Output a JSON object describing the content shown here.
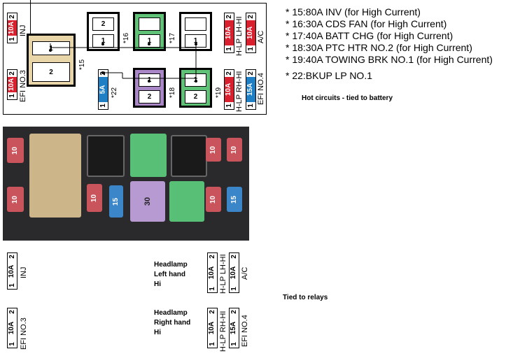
{
  "legend": [
    "* 15:80A INV (for High Current)",
    "* 16:30A CDS FAN (for High Current)",
    "* 17:40A BATT CHG (for High Current)",
    "* 18:30A PTC HTR NO.2 (for High Current)",
    "* 19:40A TOWING BRK NO.1 (for High Current)",
    "* 22:BKUP LP NO.1"
  ],
  "notes": {
    "hot": "Hot circuits - tied to battery",
    "relays": "Tied to relays",
    "hl_left": [
      "Headlamp",
      "Left hand",
      "Hi"
    ],
    "hl_right": [
      "Headlamp",
      "Right hand",
      "Hi"
    ]
  },
  "diagram": {
    "fuse_inj": {
      "pin1": "1",
      "amp": "10A",
      "pin2": "2",
      "label": "INJ"
    },
    "fuse_efi3": {
      "pin1": "1",
      "amp": "10A",
      "pin2": "2",
      "label": "EFI NO.3"
    },
    "fuse_hlp_lh": {
      "pin1": "1",
      "amp": "10A",
      "pin2": "2",
      "label": "H-LP LH-HI"
    },
    "fuse_ac": {
      "pin1": "1",
      "amp": "10A",
      "pin2": "2",
      "label": "A/C"
    },
    "fuse_hlp_rh": {
      "pin1": "1",
      "amp": "10A",
      "pin2": "2",
      "label": "H-LP RH-HI"
    },
    "fuse_efi4": {
      "pin1": "1",
      "amp": "15A",
      "pin2": "2",
      "label": "EFI NO.4"
    },
    "fuse_22": {
      "pin1": "1",
      "amp": "5A",
      "pin2": "2"
    },
    "markers": {
      "s15": "*15",
      "s16": "*16",
      "s17": "*17",
      "s18": "*18",
      "s19": "*19",
      "s22": "*22"
    },
    "relay15": {
      "top": "1",
      "bottom": "2"
    },
    "relay16": {
      "top": "2",
      "bottom": "1"
    },
    "relay17": {
      "top": "",
      "bottom": "1"
    },
    "relay18": {
      "top": "1",
      "bottom": "2"
    },
    "relay19": {
      "top": "1",
      "bottom": "2"
    }
  },
  "bottom": {
    "inj": {
      "pin1": "1",
      "amp": "10A",
      "pin2": "2",
      "label": "INJ"
    },
    "efi3": {
      "pin1": "1",
      "amp": "10A",
      "pin2": "2",
      "label": "EFI NO.3"
    },
    "hlp_lh": {
      "pin1": "1",
      "amp": "10A",
      "pin2": "2",
      "label": "H-LP LH-HI"
    },
    "ac": {
      "pin1": "1",
      "amp": "10A",
      "pin2": "2",
      "label": "A/C"
    },
    "hlp_rh": {
      "pin1": "1",
      "amp": "10A",
      "pin2": "2",
      "label": "H-LP RH-HI"
    },
    "efi4": {
      "pin1": "1",
      "amp": "15A",
      "pin2": "2",
      "label": "EFI NO.4"
    }
  },
  "photo": {
    "f_left1": "10",
    "f_left2": "10",
    "f_mini1": "15",
    "f_mini2": "15",
    "f_r1": "10",
    "f_r2": "10",
    "f_r3": "10",
    "f_r4": "10",
    "f_purple": "30"
  },
  "colors": {
    "fuse10": "#d9202e",
    "fuse15": "#1f7fc4",
    "tan": "#e8d6a8",
    "green": "#5fc276",
    "purple": "#a987c6"
  }
}
